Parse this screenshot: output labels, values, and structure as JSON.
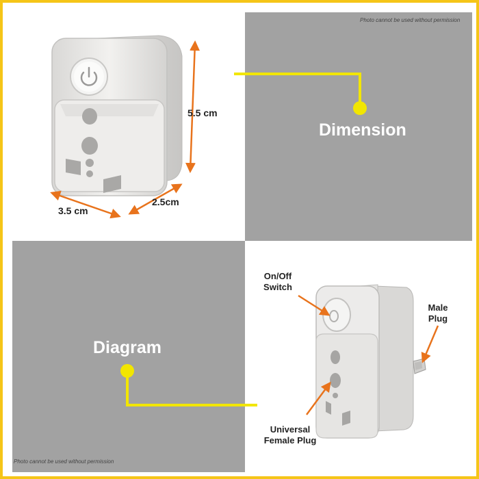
{
  "watermark": {
    "top": "Photo cannot be used without permission",
    "bottom": "Photo cannot be used without permission"
  },
  "panels": {
    "dimension_label": "Dimension",
    "diagram_label": "Diagram"
  },
  "measurements": {
    "height": "5.5 cm",
    "width": "3.5 cm",
    "depth": "2.5cm"
  },
  "callouts": {
    "switch": [
      "On/Off",
      "Switch"
    ],
    "male_plug": [
      "Male",
      "Plug"
    ],
    "female_plug": [
      "Universal",
      "Female Plug"
    ]
  },
  "colors": {
    "frame": "#f5c518",
    "connector": "#f2e600",
    "arrow": "#e8731c",
    "panel_grey": "#a2a2a2",
    "device_white": "#ecebea"
  }
}
